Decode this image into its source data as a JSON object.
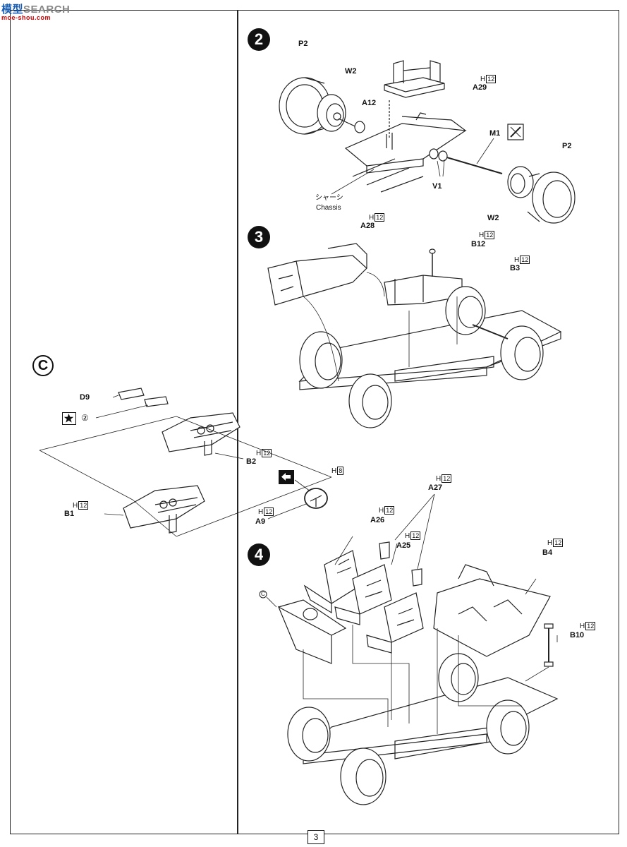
{
  "watermark": {
    "cn": "模型",
    "en": "SEARCH",
    "sub": "moe-shou.com"
  },
  "page_number": "3",
  "steps": {
    "s2": "2",
    "s3": "3",
    "s4": "4",
    "sC": "C"
  },
  "step2": {
    "p2_left": "P2",
    "w2_left": "W2",
    "a12": "A12",
    "a29": "A29",
    "a29_h": "H",
    "a29_hn": "12",
    "m1": "M1",
    "p2_right": "P2",
    "v1": "V1",
    "w2_right": "W2",
    "chassis_jp": "シャーシ",
    "chassis_en": "Chassis"
  },
  "step3": {
    "a28_h": "H",
    "a28_hn": "12",
    "a28": "A28",
    "b12_h": "H",
    "b12_hn": "12",
    "b12": "B12",
    "b3_h": "H",
    "b3_hn": "12",
    "b3": "B3"
  },
  "stepC": {
    "d9": "D9",
    "circ2": "②",
    "b2_h": "H",
    "b2_hn": "12",
    "b2": "B2",
    "b1_h": "H",
    "b1_hn": "12",
    "b1": "B1",
    "h8_h": "H",
    "h8_hn": "8",
    "a9_h": "H",
    "a9_hn": "12",
    "a9": "A9"
  },
  "step4": {
    "a27_h": "H",
    "a27_hn": "12",
    "a27": "A27",
    "a26_h": "H",
    "a26_hn": "12",
    "a26": "A26",
    "a25_h": "H",
    "a25_hn": "12",
    "a25": "A25",
    "b4_h": "H",
    "b4_hn": "12",
    "b4": "B4",
    "b10_h": "H",
    "b10_hn": "12",
    "b10": "B10",
    "c_ref": "C"
  }
}
